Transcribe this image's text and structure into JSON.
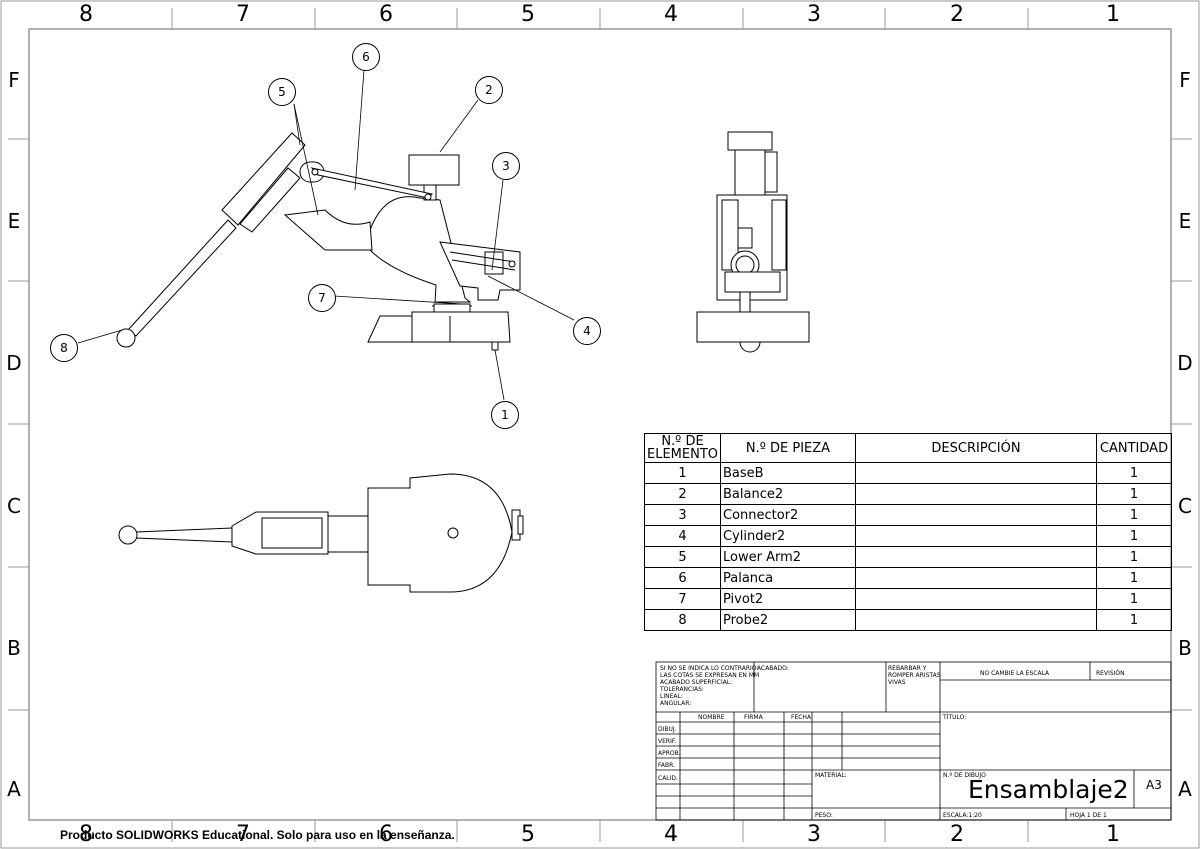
{
  "zones": {
    "columns": [
      "8",
      "7",
      "6",
      "5",
      "4",
      "3",
      "2",
      "1"
    ],
    "rows": [
      "F",
      "E",
      "D",
      "C",
      "B",
      "A"
    ]
  },
  "balloons": [
    "1",
    "2",
    "3",
    "4",
    "5",
    "6",
    "7",
    "8"
  ],
  "bom": {
    "headers": [
      "N.º DE ELEMENTO",
      "N.º DE PIEZA",
      "DESCRIPCIÓN",
      "CANTIDAD"
    ],
    "rows": [
      {
        "item": "1",
        "part": "BaseB",
        "desc": "",
        "qty": "1"
      },
      {
        "item": "2",
        "part": "Balance2",
        "desc": "",
        "qty": "1"
      },
      {
        "item": "3",
        "part": "Connector2",
        "desc": "",
        "qty": "1"
      },
      {
        "item": "4",
        "part": "Cylinder2",
        "desc": "",
        "qty": "1"
      },
      {
        "item": "5",
        "part": "Lower Arm2",
        "desc": "",
        "qty": "1"
      },
      {
        "item": "6",
        "part": "Palanca",
        "desc": "",
        "qty": "1"
      },
      {
        "item": "7",
        "part": "Pivot2",
        "desc": "",
        "qty": "1"
      },
      {
        "item": "8",
        "part": "Probe2",
        "desc": "",
        "qty": "1"
      }
    ]
  },
  "title_block": {
    "notes": "SI NO SE INDICA LO CONTRARIO:\nLAS COTAS SE EXPRESAN EN MM\nACABADO SUPERFICIAL:\nTOLERANCIAS:\n   LINEAL:\n   ANGULAR:",
    "acabado": "ACABADO:",
    "rebarbar": "REBARBAR Y\nROMPER ARISTAS\nVIVAS",
    "no_cambie": "NO CAMBIE LA ESCALA",
    "revision": "REVISIÓN",
    "nombre": "NOMBRE",
    "firma": "FIRMA",
    "fecha": "FECHA",
    "titulo": "TÍTULO:",
    "dibuj": "DIBUJ.",
    "verif": "VERIF.",
    "aprob": "APROB.",
    "fabr": "FABR.",
    "calid": "CALID.",
    "material": "MATERIAL:",
    "drawing_no_label": "N.º DE DIBUJO",
    "drawing_no": "Ensamblaje2",
    "size": "A3",
    "peso": "PESO:",
    "escala": "ESCALA:1:20",
    "hoja": "HOJA 1 DE 1"
  },
  "watermark": "Producto SOLIDWORKS Educational. Solo para uso en la enseñanza."
}
